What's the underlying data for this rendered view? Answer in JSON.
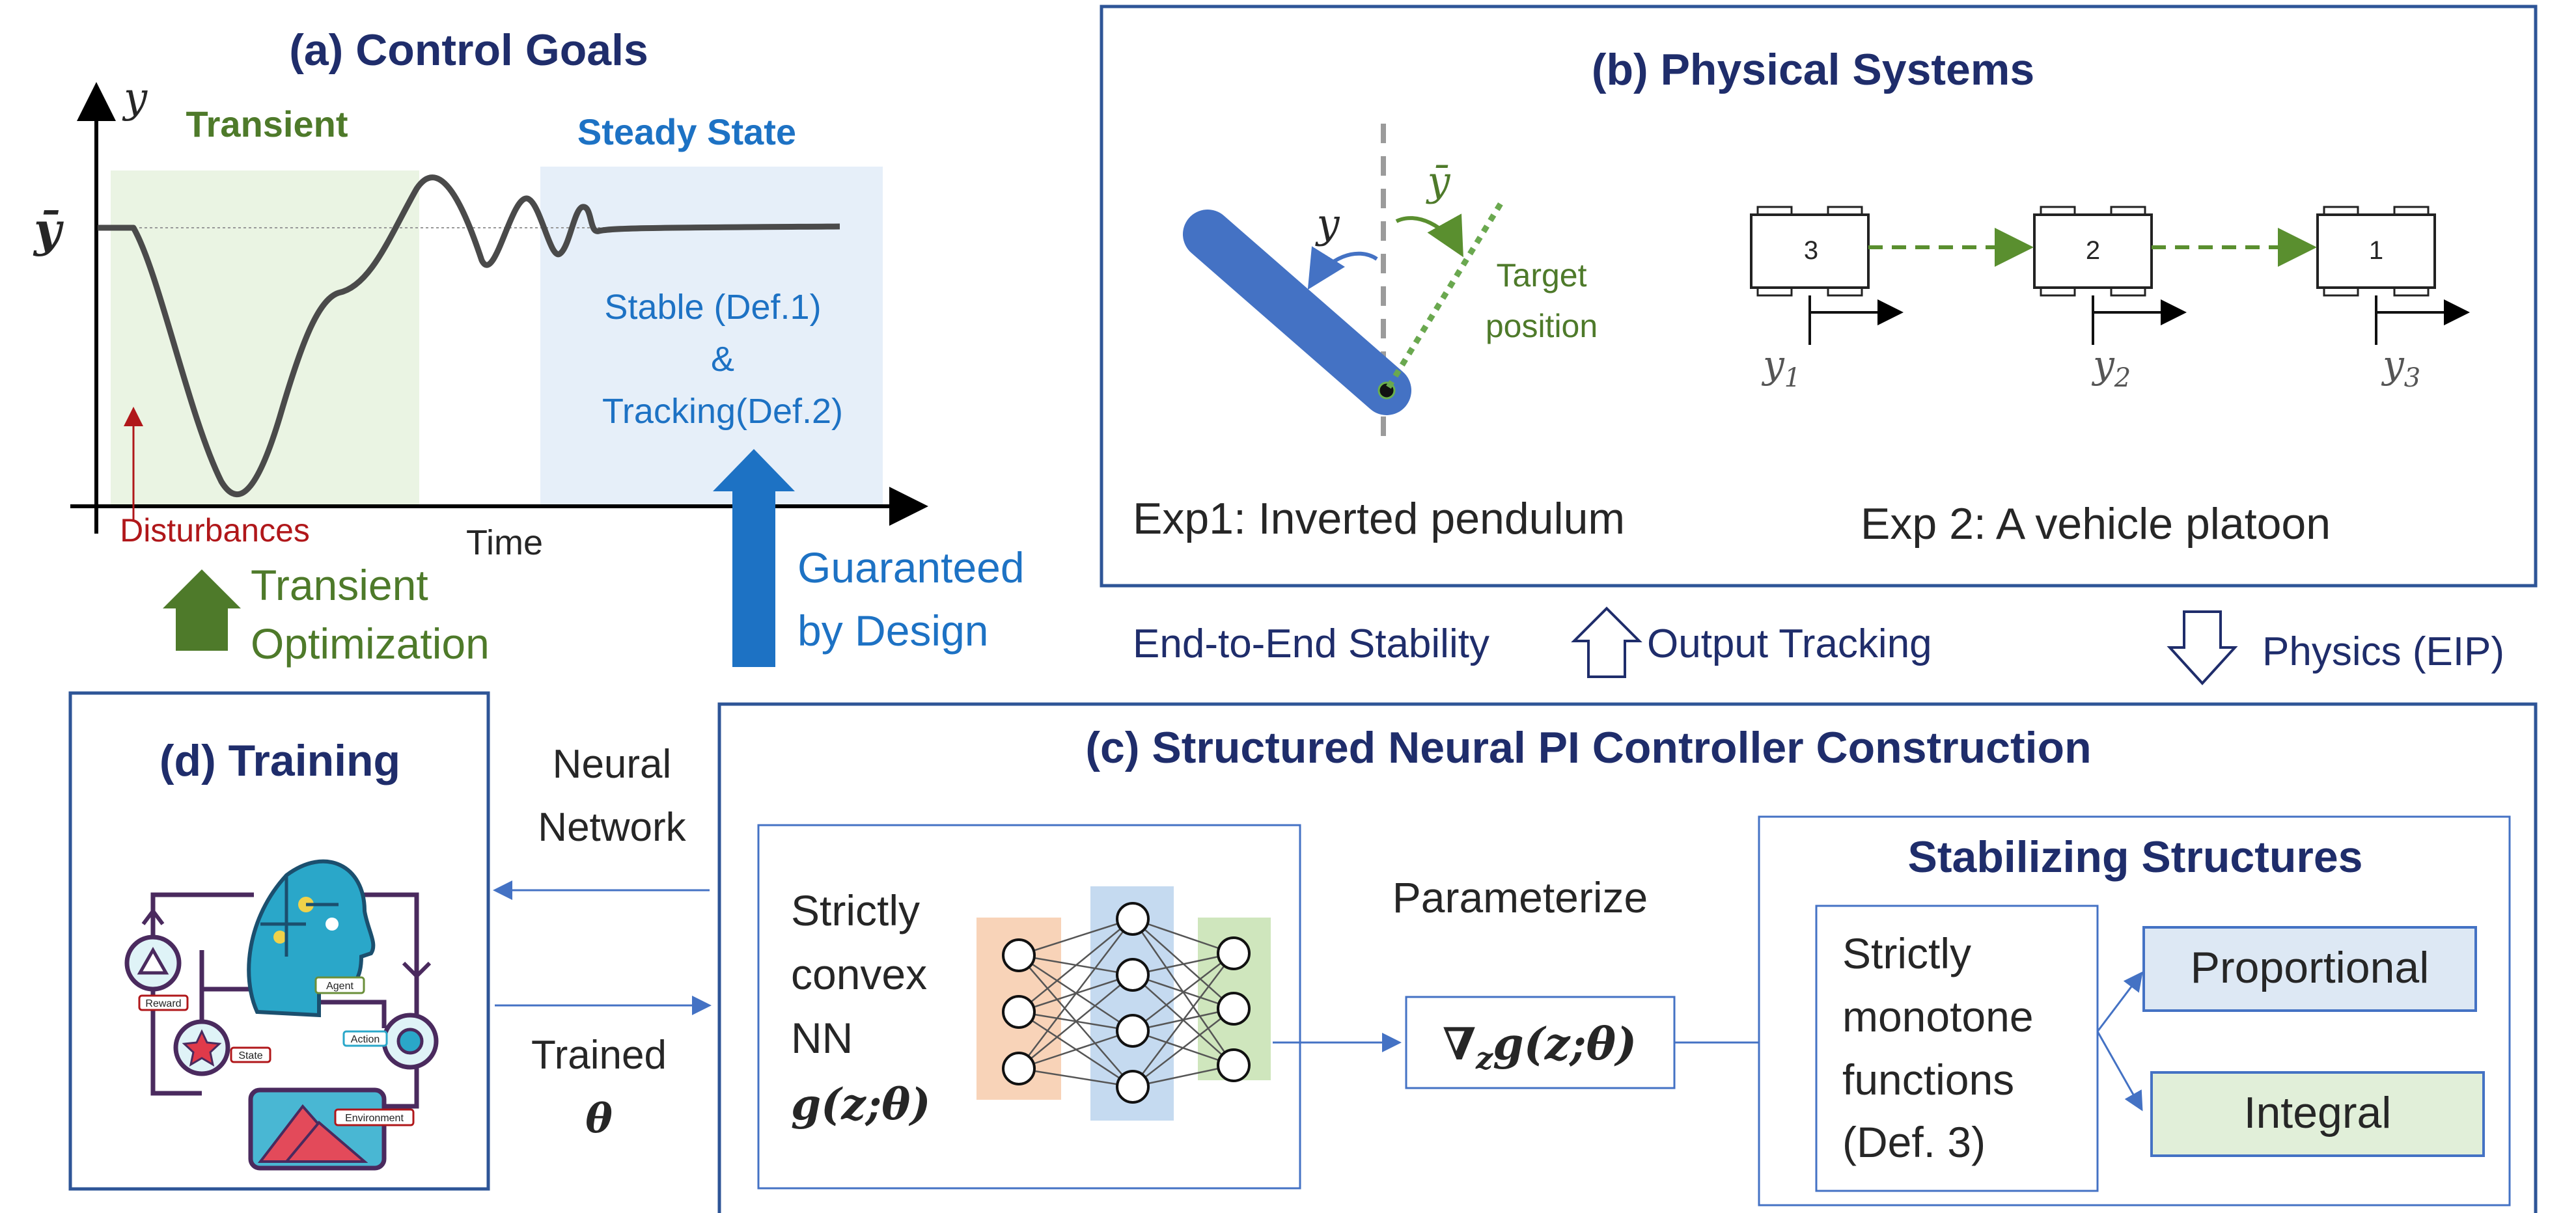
{
  "panel_a": {
    "title": "(a) Control Goals",
    "y_axis_label": "y",
    "ybar_label": "ȳ",
    "transient_label": "Transient",
    "steady_label": "Steady State",
    "stable_line": "Stable (Def.1)",
    "amp_line": "&",
    "tracking_line": "Tracking(Def.2)",
    "disturbances_label": "Disturbances",
    "time_label": "Time",
    "transient_opt_1": "Transient",
    "transient_opt_2": "Optimization",
    "guaranteed_1": "Guaranteed",
    "guaranteed_2": "by Design"
  },
  "panel_b": {
    "title": "(b) Physical Systems",
    "pend_y": "y",
    "pend_ybar": "ȳ",
    "target_1": "Target",
    "target_2": "position",
    "exp1": "Exp1: Inverted pendulum",
    "exp2": "Exp 2:  A vehicle platoon",
    "vehicles": [
      "3",
      "2",
      "1"
    ],
    "vehicle_y": [
      "y",
      "y",
      "y"
    ],
    "vehicle_y_sub": [
      "1",
      "2",
      "3"
    ]
  },
  "middle": {
    "e2e": "End-to-End Stability",
    "output_tracking": "Output Tracking",
    "physics": "Physics (EIP)"
  },
  "panel_c": {
    "title": "(c) Structured Neural PI Controller Construction",
    "nn_1": "Strictly",
    "nn_2": "convex",
    "nn_3": "NN",
    "nn_func": "g(z;θ)",
    "parameterize": "Parameterize",
    "grad": "∇",
    "grad_sub": "z",
    "grad_rest": "g(z;θ)",
    "stab_title": "Stabilizing Structures",
    "mono_1": "Strictly",
    "mono_2": "monotone",
    "mono_3": "functions",
    "mono_4": "(Def. 3)",
    "proportional": "Proportional",
    "integral": "Integral"
  },
  "panel_d": {
    "title": "(d) Training",
    "neural_1": "Neural",
    "neural_2": "Network",
    "trained": "Trained",
    "theta": "θ",
    "icon_agent": "Agent",
    "icon_reward": "Reward",
    "icon_state": "State",
    "icon_action": "Action",
    "icon_environment": "Environment"
  },
  "colors": {
    "navy": "#1f2d6b",
    "blue": "#1d72c4",
    "green": "#4e7a2a",
    "red": "#b0171a",
    "box_border": "#2e5597"
  }
}
